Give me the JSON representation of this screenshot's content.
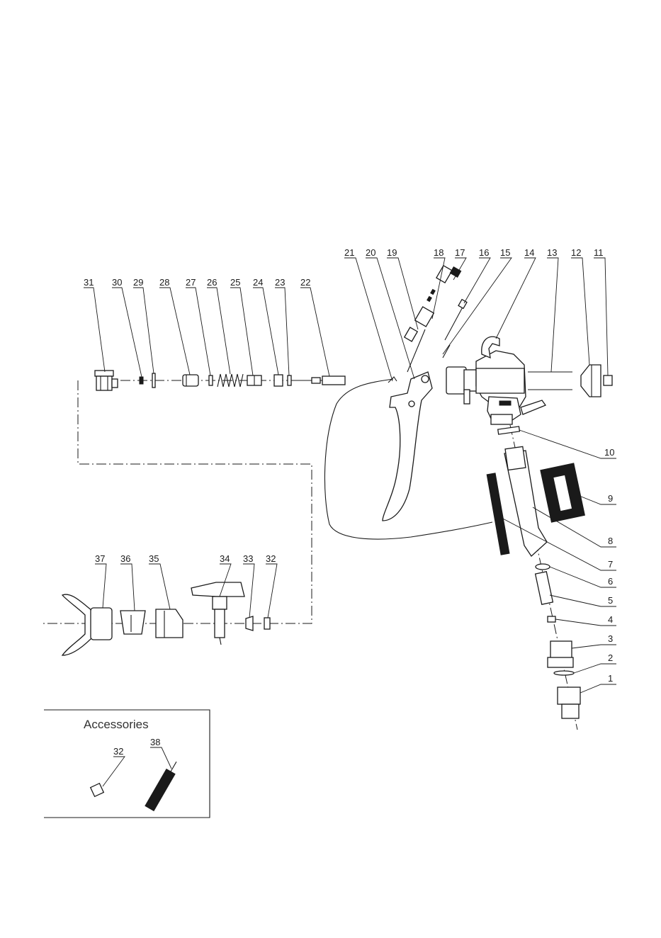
{
  "accessories": {
    "title": "Accessories"
  },
  "callouts": {
    "c1": "1",
    "c2": "2",
    "c3": "3",
    "c4": "4",
    "c5": "5",
    "c6": "6",
    "c7": "7",
    "c8": "8",
    "c9": "9",
    "c10": "10",
    "c11": "11",
    "c12": "12",
    "c13": "13",
    "c14": "14",
    "c15": "15",
    "c16": "16",
    "c17": "17",
    "c18": "18",
    "c19": "19",
    "c20": "20",
    "c21": "21",
    "c22": "22",
    "c23": "23",
    "c24": "24",
    "c25": "25",
    "c26": "26",
    "c27": "27",
    "c28": "28",
    "c29": "29",
    "c30": "30",
    "c31": "31",
    "c32": "32",
    "c33": "33",
    "c34": "34",
    "c35": "35",
    "c36": "36",
    "c37": "37",
    "c32b": "32",
    "c38": "38"
  }
}
